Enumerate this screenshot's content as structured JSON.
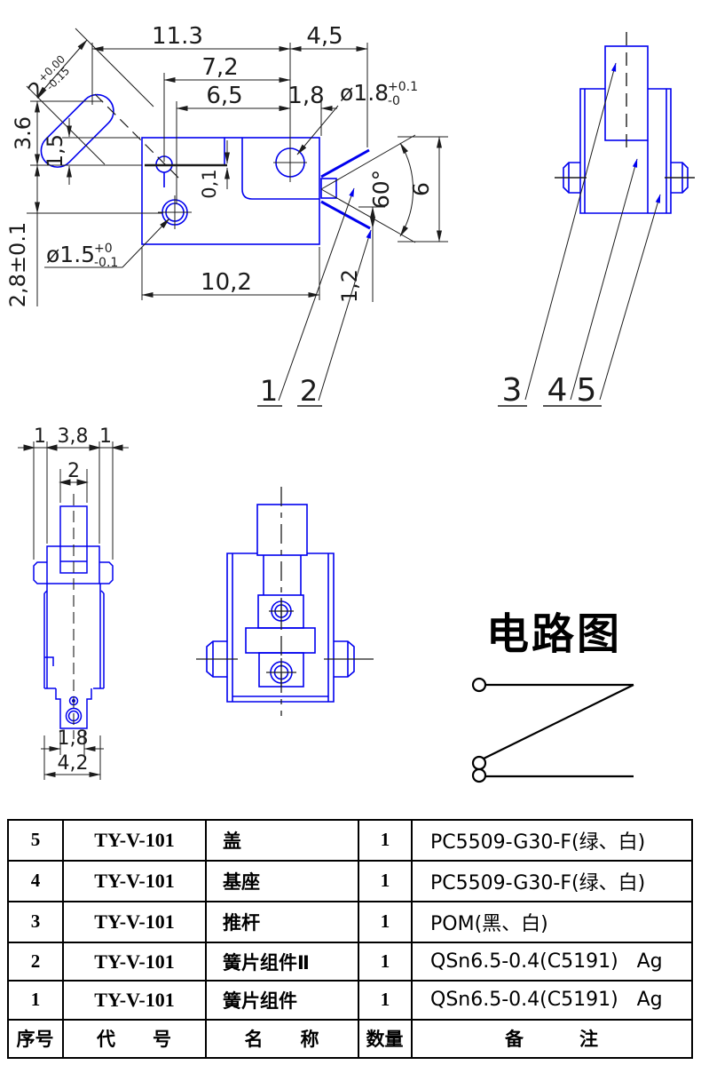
{
  "colors": {
    "geometry_blue": "#0000ee",
    "dim_dark": "#1c1c1c"
  },
  "main_view": {
    "dims": {
      "top_width": "11.3",
      "top_right": "4,5",
      "mid_width": "7,2",
      "inner_width": "6,5",
      "hole_to_edge": "1,8",
      "bottom_width": "10,2",
      "height_36": "3.6",
      "height_15": "1,5",
      "hole_spacing": "2,8±0.1",
      "contact_gap": "0,1",
      "spring_tip": "1,2",
      "spring_angle": "60°",
      "side_height": "6",
      "plunger_dia": "2",
      "plunger_tol_up": "+0.00",
      "plunger_tol_dn": "-0.15",
      "hole_big": "ø1.8",
      "hole_big_tol_up": "+0.1",
      "hole_big_tol_dn": "-0",
      "hole_small": "ø1.5",
      "hole_small_tol_up": "+0",
      "hole_small_tol_dn": "-0.1"
    },
    "leaders": {
      "l1": "1",
      "l2": "2"
    }
  },
  "front_view": {
    "leaders": {
      "l3": "3",
      "l4": "4",
      "l5": "5"
    }
  },
  "side_view": {
    "dims": {
      "left_tab": "1",
      "body_width": "3,8",
      "right_tab": "1",
      "plunger_dia": "2",
      "terminal_width": "1,8",
      "base_width": "4,2"
    }
  },
  "circuit": {
    "title": "电路图"
  },
  "parts_table": {
    "header": {
      "no": "序号",
      "code": "代　　号",
      "name": "名　　称",
      "qty": "数量",
      "remark": "备　　　注"
    },
    "rows": [
      {
        "no": "5",
        "code": "TY-V-101",
        "name": "盖",
        "qty": "1",
        "remark": "PC5509-G30-F(绿、白)"
      },
      {
        "no": "4",
        "code": "TY-V-101",
        "name": "基座",
        "qty": "1",
        "remark": "PC5509-G30-F(绿、白)"
      },
      {
        "no": "3",
        "code": "TY-V-101",
        "name": "推杆",
        "qty": "1",
        "remark": "POM(黑、白)"
      },
      {
        "no": "2",
        "code": "TY-V-101",
        "name": "簧片组件Ⅱ",
        "qty": "1",
        "remark": "QSn6.5-0.4(C5191)   Ag"
      },
      {
        "no": "1",
        "code": "TY-V-101",
        "name": "簧片组件",
        "qty": "1",
        "remark": "QSn6.5-0.4(C5191)   Ag"
      }
    ]
  }
}
